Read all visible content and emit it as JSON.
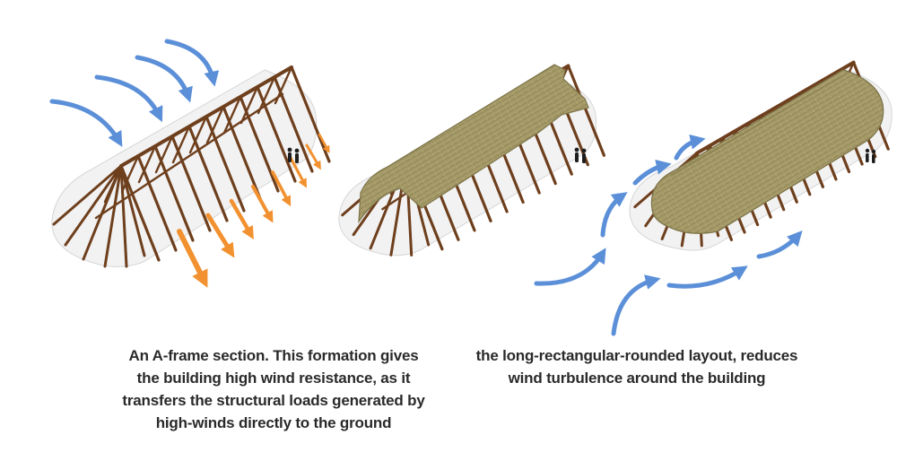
{
  "captions": {
    "left": [
      "An A-frame section. This formation gives",
      "the building high wind resistance, as it",
      "transfers the structural loads generated by",
      "high-winds directly to the ground"
    ],
    "right": [
      "the long-rectangular-rounded layout, reduces",
      "wind turbulence around the building"
    ]
  },
  "colors": {
    "timber": "#6e3f1d",
    "timber_dark": "#4a2a12",
    "thatch": "#a59a68",
    "thatch_edge": "#7d7449",
    "wind": "#5b8fd8",
    "load": "#f2912f",
    "ground": "#f2f2f2"
  },
  "icons": [
    "wind-arrow-icon",
    "load-arrow-icon",
    "human-figure-icon"
  ]
}
